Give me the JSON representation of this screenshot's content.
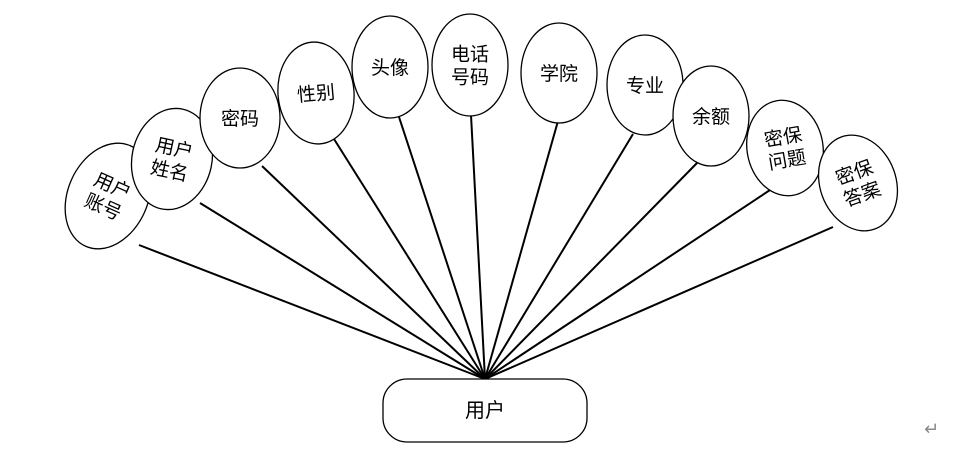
{
  "entity": {
    "label": "用户"
  },
  "attributes": [
    {
      "key": "account",
      "lines": [
        "用户",
        "账号"
      ]
    },
    {
      "key": "name",
      "lines": [
        "用户",
        "姓名"
      ]
    },
    {
      "key": "password",
      "lines": [
        "密码"
      ]
    },
    {
      "key": "gender",
      "lines": [
        "性别"
      ]
    },
    {
      "key": "avatar",
      "lines": [
        "头像"
      ]
    },
    {
      "key": "phone",
      "lines": [
        "电话",
        "号码"
      ]
    },
    {
      "key": "college",
      "lines": [
        "学院"
      ]
    },
    {
      "key": "major",
      "lines": [
        "专业"
      ]
    },
    {
      "key": "balance",
      "lines": [
        "余额"
      ]
    },
    {
      "key": "security-question",
      "lines": [
        "密保",
        "问题"
      ]
    },
    {
      "key": "security-answer",
      "lines": [
        "密保",
        "答案"
      ]
    }
  ],
  "paragraph_mark": "↵",
  "colors": {
    "stroke": "#000000",
    "fill": "#ffffff",
    "mark": "#8a8a8a"
  }
}
